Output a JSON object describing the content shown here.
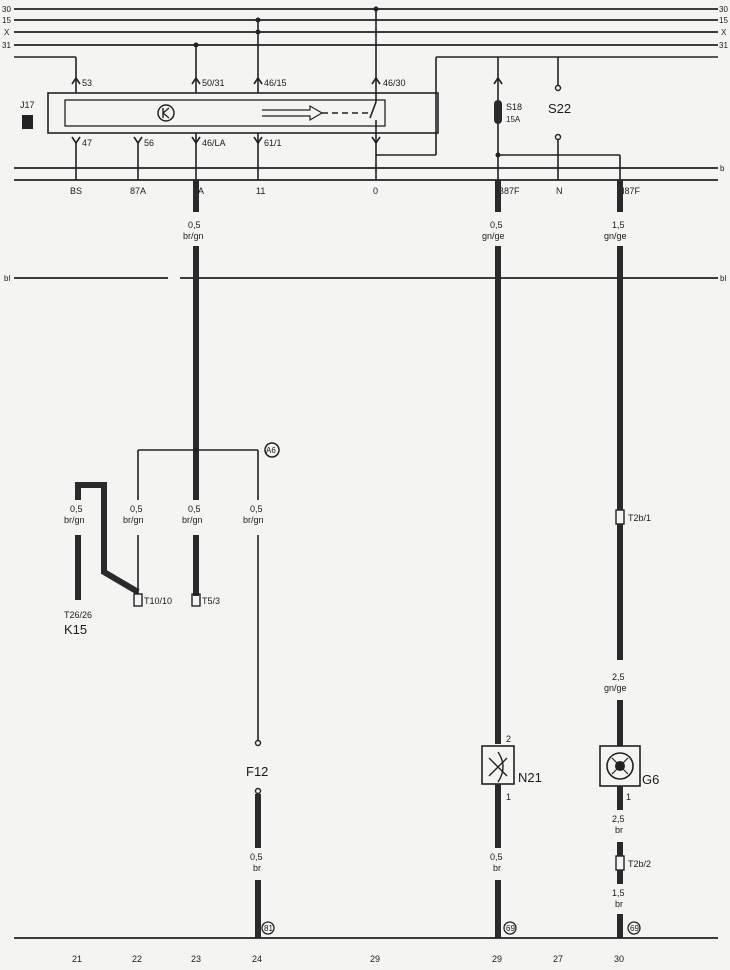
{
  "buses": [
    "30",
    "15",
    "X",
    "31"
  ],
  "relay": {
    "id": "J17",
    "top_pins": [
      "53",
      "50/31",
      "46/15",
      "46/30"
    ],
    "bottom_pins": [
      "47",
      "56",
      "46/LA",
      "61/1"
    ]
  },
  "fuse": {
    "id": "S18",
    "rating": "15A"
  },
  "switch": {
    "id": "S22"
  },
  "terminal_row": [
    "BS",
    "87A",
    "LA",
    "11",
    "0",
    "B87F",
    "N",
    "H87F"
  ],
  "bus_b_label": "b",
  "bus_bl_label": "bl",
  "wires": {
    "w23_top": {
      "size": "0,5",
      "color": "br/gn"
    },
    "w29_top": {
      "size": "0,5",
      "color": "gn/ge"
    },
    "w30_top": {
      "size": "1,5",
      "color": "gn/ge"
    },
    "w21": {
      "size": "0,5",
      "color": "br/gn"
    },
    "w22": {
      "size": "0,5",
      "color": "br/gn"
    },
    "w23": {
      "size": "0,5",
      "color": "br/gn"
    },
    "w24": {
      "size": "0,5",
      "color": "br/gn"
    },
    "w30_mid": {
      "size": "2,5",
      "color": "gn/ge"
    },
    "w24_bot": {
      "size": "0,5",
      "color": "br"
    },
    "w29_bot": {
      "size": "0,5",
      "color": "br"
    },
    "w30_b1": {
      "size": "2,5",
      "color": "br"
    },
    "w30_b2": {
      "size": "1,5",
      "color": "br"
    }
  },
  "connectors": {
    "t26": {
      "id": "T26/26"
    },
    "k15": {
      "id": "K15"
    },
    "t10": {
      "id": "T10/10"
    },
    "t5": {
      "id": "T5/3"
    },
    "t2b1": {
      "id": "T2b/1"
    },
    "t2b2": {
      "id": "T2b/2"
    }
  },
  "a_conn": "A6",
  "components": {
    "f12": {
      "id": "F12"
    },
    "n21": {
      "id": "N21",
      "pin_top": "2",
      "pin_bottom": "1"
    },
    "g6": {
      "id": "G6",
      "pin_bottom": "1"
    }
  },
  "grounds": [
    "81",
    "69",
    "69"
  ],
  "columns": [
    "21",
    "22",
    "23",
    "24",
    "29",
    "29",
    "27",
    "30"
  ]
}
